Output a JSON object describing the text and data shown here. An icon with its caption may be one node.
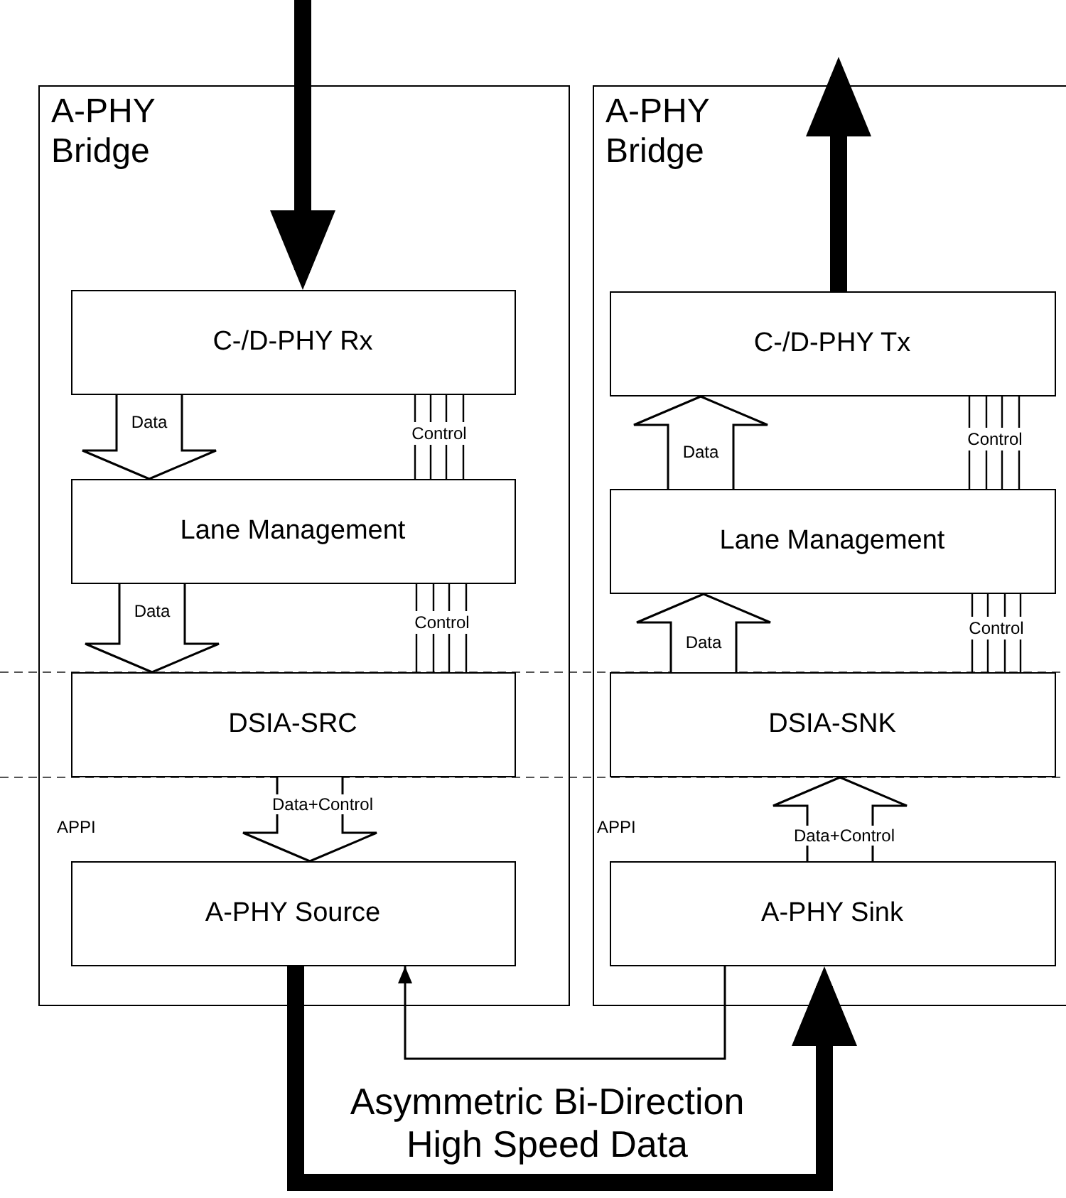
{
  "diagram": {
    "nodes": [
      {
        "text": [
          "A-PHY Bridge"
        ]
      },
      {
        "text": [
          "C-/D-PHY Rx"
        ],
        "in": 0
      },
      {
        "text": [
          "Lane Management"
        ],
        "in": 0
      },
      {
        "text": [
          "DSIA-SRC"
        ],
        "in": 0
      },
      {
        "text": [
          "A-PHY Source"
        ],
        "in": 0
      },
      {
        "text": [
          "A-PHY Bridge"
        ]
      },
      {
        "text": [
          "C-/D-PHY Tx"
        ],
        "in": 5
      },
      {
        "text": [
          "Lane Management"
        ],
        "in": 5
      },
      {
        "text": [
          "DSIA-SNK"
        ],
        "in": 5
      },
      {
        "text": [
          "A-PHY Sink"
        ],
        "in": 5
      }
    ],
    "edges": [
      {
        "from": null,
        "to": 1,
        "arrow": "to",
        "style": "thick"
      },
      {
        "from": 6,
        "to": null,
        "arrow": "to",
        "style": "thick"
      },
      {
        "from": 1,
        "to": 2,
        "arrow": "to",
        "label": "Data"
      },
      {
        "from": 1,
        "to": 2,
        "arrow": "none",
        "label": "Control"
      },
      {
        "from": 2,
        "to": 3,
        "arrow": "to",
        "label": "Data"
      },
      {
        "from": 2,
        "to": 3,
        "arrow": "none",
        "label": "Control"
      },
      {
        "from": 3,
        "to": 4,
        "arrow": "to",
        "label": "Data+Control"
      },
      {
        "from": 7,
        "to": 6,
        "arrow": "to",
        "label": "Data"
      },
      {
        "from": 6,
        "to": 7,
        "arrow": "none",
        "label": "Control"
      },
      {
        "from": 8,
        "to": 7,
        "arrow": "to",
        "label": "Data"
      },
      {
        "from": 7,
        "to": 8,
        "arrow": "none",
        "label": "Control"
      },
      {
        "from": 9,
        "to": 8,
        "arrow": "to",
        "label": "Data+Control"
      },
      {
        "from": 4,
        "to": 9,
        "arrow": "to",
        "style": "thick",
        "label": "Asymmetric Bi-Direction High Speed Data"
      },
      {
        "from": 9,
        "to": 4,
        "arrow": "to"
      }
    ],
    "labels": [
      "APPI",
      "APPI"
    ]
  }
}
